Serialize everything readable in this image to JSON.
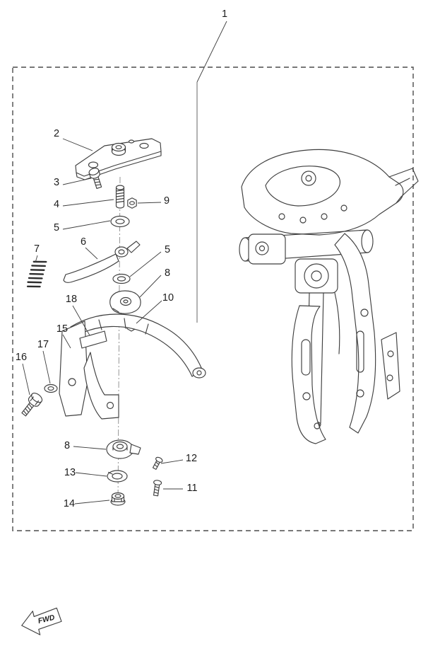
{
  "colors": {
    "background": "#ffffff",
    "line": "#3f3f3f",
    "border": "#4b4b4b"
  },
  "fwd": {
    "label": "FWD"
  },
  "callouts": [
    {
      "label": "1"
    },
    {
      "label": "2"
    },
    {
      "label": "3"
    },
    {
      "label": "4"
    },
    {
      "label": "9"
    },
    {
      "label": "5"
    },
    {
      "label": "6"
    },
    {
      "label": "7"
    },
    {
      "label": "5"
    },
    {
      "label": "8"
    },
    {
      "label": "10"
    },
    {
      "label": "18"
    },
    {
      "label": "15"
    },
    {
      "label": "17"
    },
    {
      "label": "16"
    },
    {
      "label": "8"
    },
    {
      "label": "12"
    },
    {
      "label": "13"
    },
    {
      "label": "11"
    },
    {
      "label": "14"
    }
  ]
}
